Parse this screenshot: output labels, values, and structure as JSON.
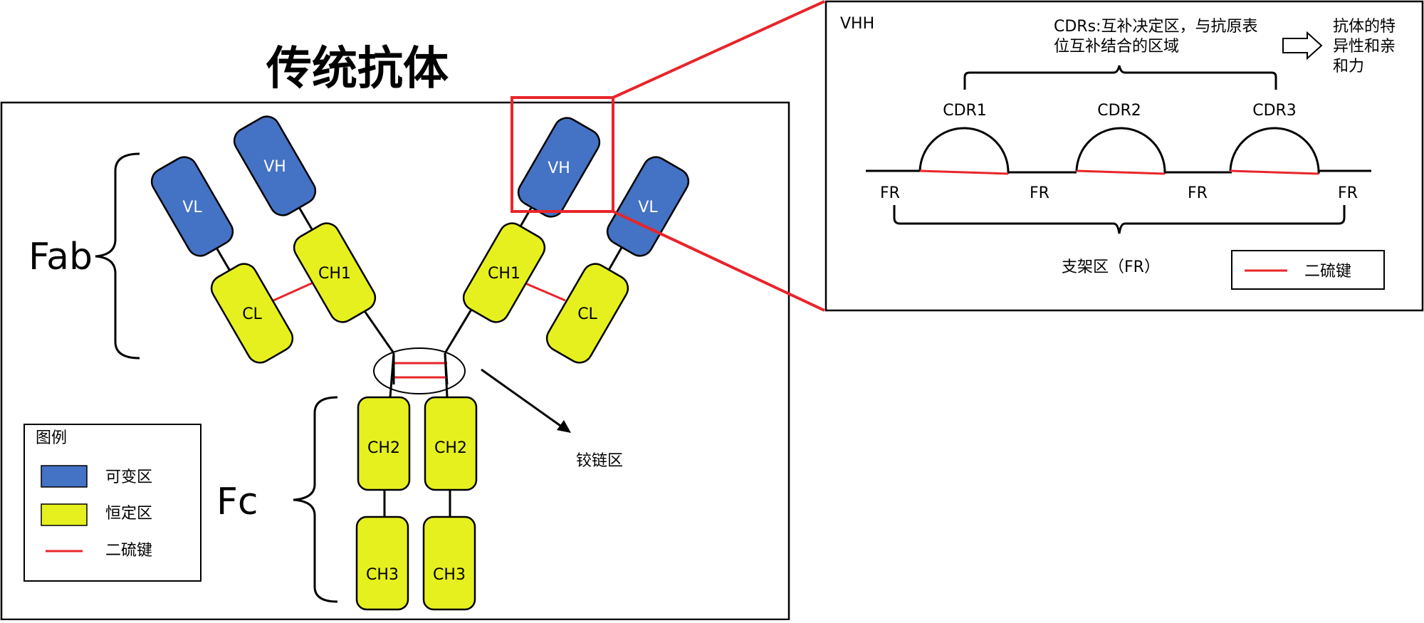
{
  "title": "传统抗体",
  "colors": {
    "variable": "#4472c4",
    "constant": "#e6f01e",
    "disulfide": "#e8252a",
    "outline": "#000000"
  },
  "groups": {
    "fab": "Fab",
    "fc": "Fc"
  },
  "domains": {
    "vl_left": "VL",
    "vh_left": "VH",
    "cl_left": "CL",
    "ch1_left": "CH1",
    "vh_right": "VH",
    "vl_right": "VL",
    "ch1_right": "CH1",
    "cl_right": "CL",
    "ch2_left": "CH2",
    "ch2_right": "CH2",
    "ch3_left": "CH3",
    "ch3_right": "CH3"
  },
  "hinge_label": "铰链区",
  "legend": {
    "title": "图例",
    "items": [
      {
        "label": "可变区",
        "swatch": "variable"
      },
      {
        "label": "恒定区",
        "swatch": "constant"
      },
      {
        "label": "二硫键",
        "swatch": "disulfide"
      }
    ]
  },
  "vhh": {
    "label": "VHH",
    "cdr_note_line1": "CDRs:互补决定区，与抗原表",
    "cdr_note_line2": "位互补结合的区域",
    "result_line1": "抗体的特",
    "result_line2": "异性和亲",
    "result_line3": "和力",
    "cdrs": [
      "CDR1",
      "CDR2",
      "CDR3"
    ],
    "frs": [
      "FR",
      "FR",
      "FR",
      "FR"
    ],
    "framework_label": "支架区（FR）",
    "legend_label": "二硫键"
  }
}
